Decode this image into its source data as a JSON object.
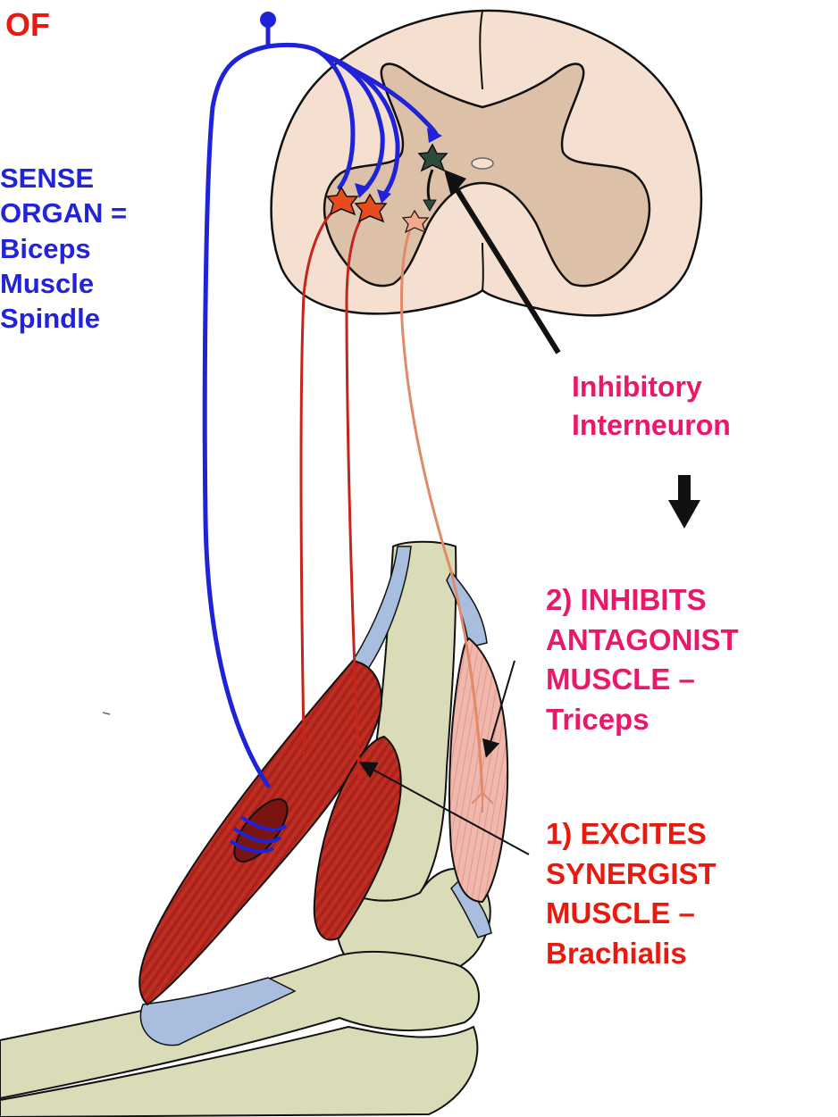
{
  "title_fragment": "OF",
  "sense_organ": {
    "lines": [
      "SENSE",
      "ORGAN =",
      "Biceps",
      "Muscle",
      "Spindle"
    ]
  },
  "inhibitory_interneuron": {
    "lines": [
      "Inhibitory",
      "Interneuron"
    ]
  },
  "antagonist": {
    "lines": [
      "2) INHIBITS",
      "ANTAGONIST",
      "MUSCLE –",
      "Triceps"
    ]
  },
  "synergist": {
    "lines": [
      "1) EXCITES",
      "SYNERGIST",
      "MUSCLE –",
      "Brachialis"
    ]
  },
  "colors": {
    "sensory_neuron": "#1f22d6",
    "motor_neuron": "#c4261b",
    "inhibited_motor_neuron": "#e08a6a",
    "interneuron": "#2e4a3a",
    "muscle_red": "#b8281e",
    "muscle_pink": "#f0b7ad",
    "bone": "#dadcb8",
    "tendon": "#a9bedf",
    "spinal_cord": "#f5dfd0",
    "gray_matter": "#dcc0a8",
    "label_red": "#e8190f",
    "label_pink": "#e8196b",
    "label_blue": "#2323d8"
  }
}
